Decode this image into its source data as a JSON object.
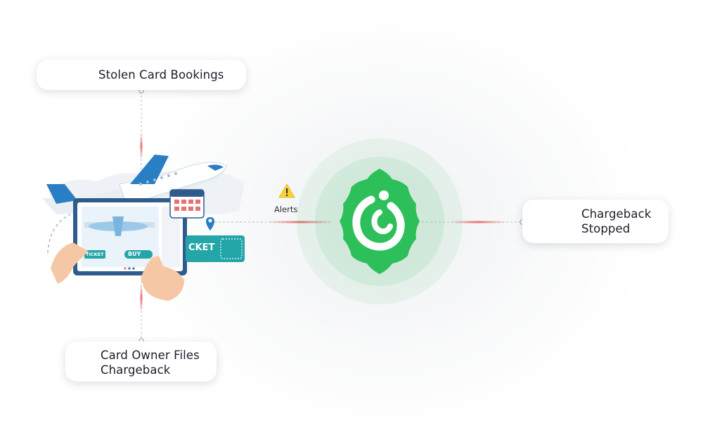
{
  "nodes": {
    "stolen_bookings": {
      "label": "Stolen Card Bookings"
    },
    "owner_chargeback": {
      "label_line1": "Card Owner Files",
      "label_line2": "Chargeback"
    },
    "chargeback_stopped": {
      "label_line1": "Chargeback",
      "label_line2": "Stopped"
    }
  },
  "edges": {
    "alerts_label": "Alerts"
  },
  "illustration": {
    "tablet_button": "BUY",
    "ticket_small": "TICKET",
    "ticket_large": "CKET"
  },
  "colors": {
    "brand_green": "#2dbf5a",
    "connector_red": "#e57373",
    "warning_yellow": "#f8d33a"
  },
  "icons": {
    "brand_logo": "droplet-logo-icon",
    "warning": "warning-triangle-icon",
    "no_chargeback": "no-card-icon",
    "airplane": "airplane-icon",
    "calendar": "calendar-icon",
    "location_pin": "location-pin-icon"
  }
}
